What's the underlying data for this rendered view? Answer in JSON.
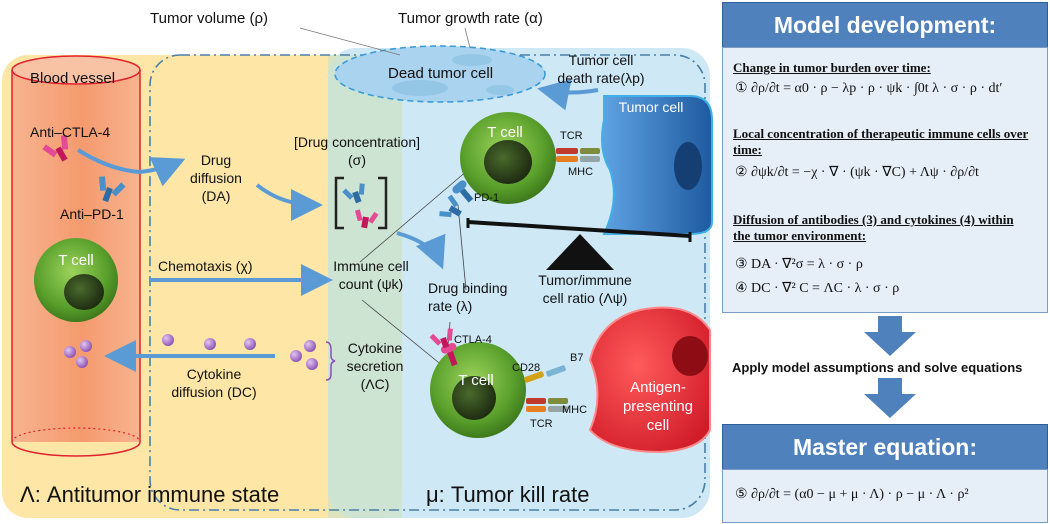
{
  "diagram": {
    "labels": {
      "tumor_volume": "Tumor volume (ρ)",
      "tumor_growth_rate": "Tumor growth rate (α)",
      "blood_vessel": "Blood vessel",
      "dead_tumor_cell": "Dead tumor cell",
      "tumor_cell_death_rate_1": "Tumor cell",
      "tumor_cell_death_rate_2": "death rate(λp)",
      "tumor_cell": "Tumor cell",
      "anti_ctla4": "Anti–CTLA-4",
      "anti_pd1": "Anti–PD-1",
      "drug_diffusion_1": "Drug",
      "drug_diffusion_2": "diffusion",
      "drug_diffusion_3": "(DA)",
      "drug_concentration_1": "[Drug concentration]",
      "drug_concentration_2": "(σ)",
      "t_cell_top": "T cell",
      "tcr_top": "TCR",
      "mhc_top": "MHC",
      "pd1": "PD-1",
      "t_cell_left": "T cell",
      "chemotaxis": "Chemotaxis (χ)",
      "immune_cell_count_1": "Immune cell",
      "immune_cell_count_2": "count (ψk)",
      "drug_binding_1": "Drug binding",
      "drug_binding_2": "rate (λ)",
      "ratio_1": "Tumor/immune",
      "ratio_2": "cell ratio (Λψ)",
      "ctla4": "CTLA-4",
      "cd28": "CD28",
      "b7": "B7",
      "t_cell_bottom": "T cell",
      "tcr_bottom": "TCR",
      "mhc_bottom": "MHC",
      "apc": "Antigen-presenting cell",
      "cytokine_secretion_1": "Cytokine",
      "cytokine_secretion_2": "secretion",
      "cytokine_secretion_3": "(ΛC)",
      "cytokine_diffusion_1": "Cytokine",
      "cytokine_diffusion_2": "diffusion (DC)",
      "antitumor_state": "Λ: Antitumor immune state",
      "tumor_kill_rate": "μ: Tumor kill rate"
    }
  },
  "panel": {
    "title": "Model development:",
    "sections": [
      {
        "heading": "Change in tumor burden over time:",
        "equation": "① ∂ρ/∂t = α0 · ρ − λp · ρ · ψk · ∫0t λ · σ · ρ · dt′"
      },
      {
        "heading": "Local concentration of therapeutic immune cells over time:",
        "equation": "② ∂ψk/∂t = −χ · ∇ · (ψk · ∇C) + Λψ · ∂ρ/∂t"
      },
      {
        "heading": "Diffusion of antibodies (3) and cytokines (4) within the tumor environment:",
        "equation_a": "③ DA · ∇²σ = λ · σ · ρ",
        "equation_b": "④ DC · ∇² C = ΛC · λ · σ · ρ"
      }
    ],
    "apply_text": "Apply model assumptions and solve equations",
    "master_title": "Master equation:",
    "master_equation": "⑤ ∂ρ/∂t = (α0 − μ + μ · Λ) · ρ − μ · Λ · ρ²"
  },
  "colors": {
    "antitumor_zone": "#fde6a6",
    "tumor_zone": "#c9e6f5",
    "vessel": "#f6a07a",
    "t_cell": "#5aa02c",
    "tumor_cell": "#2f6fb5",
    "apc": "#e8323c",
    "panel_head": "#4f81bd",
    "arrow": "#5b9bd5"
  }
}
